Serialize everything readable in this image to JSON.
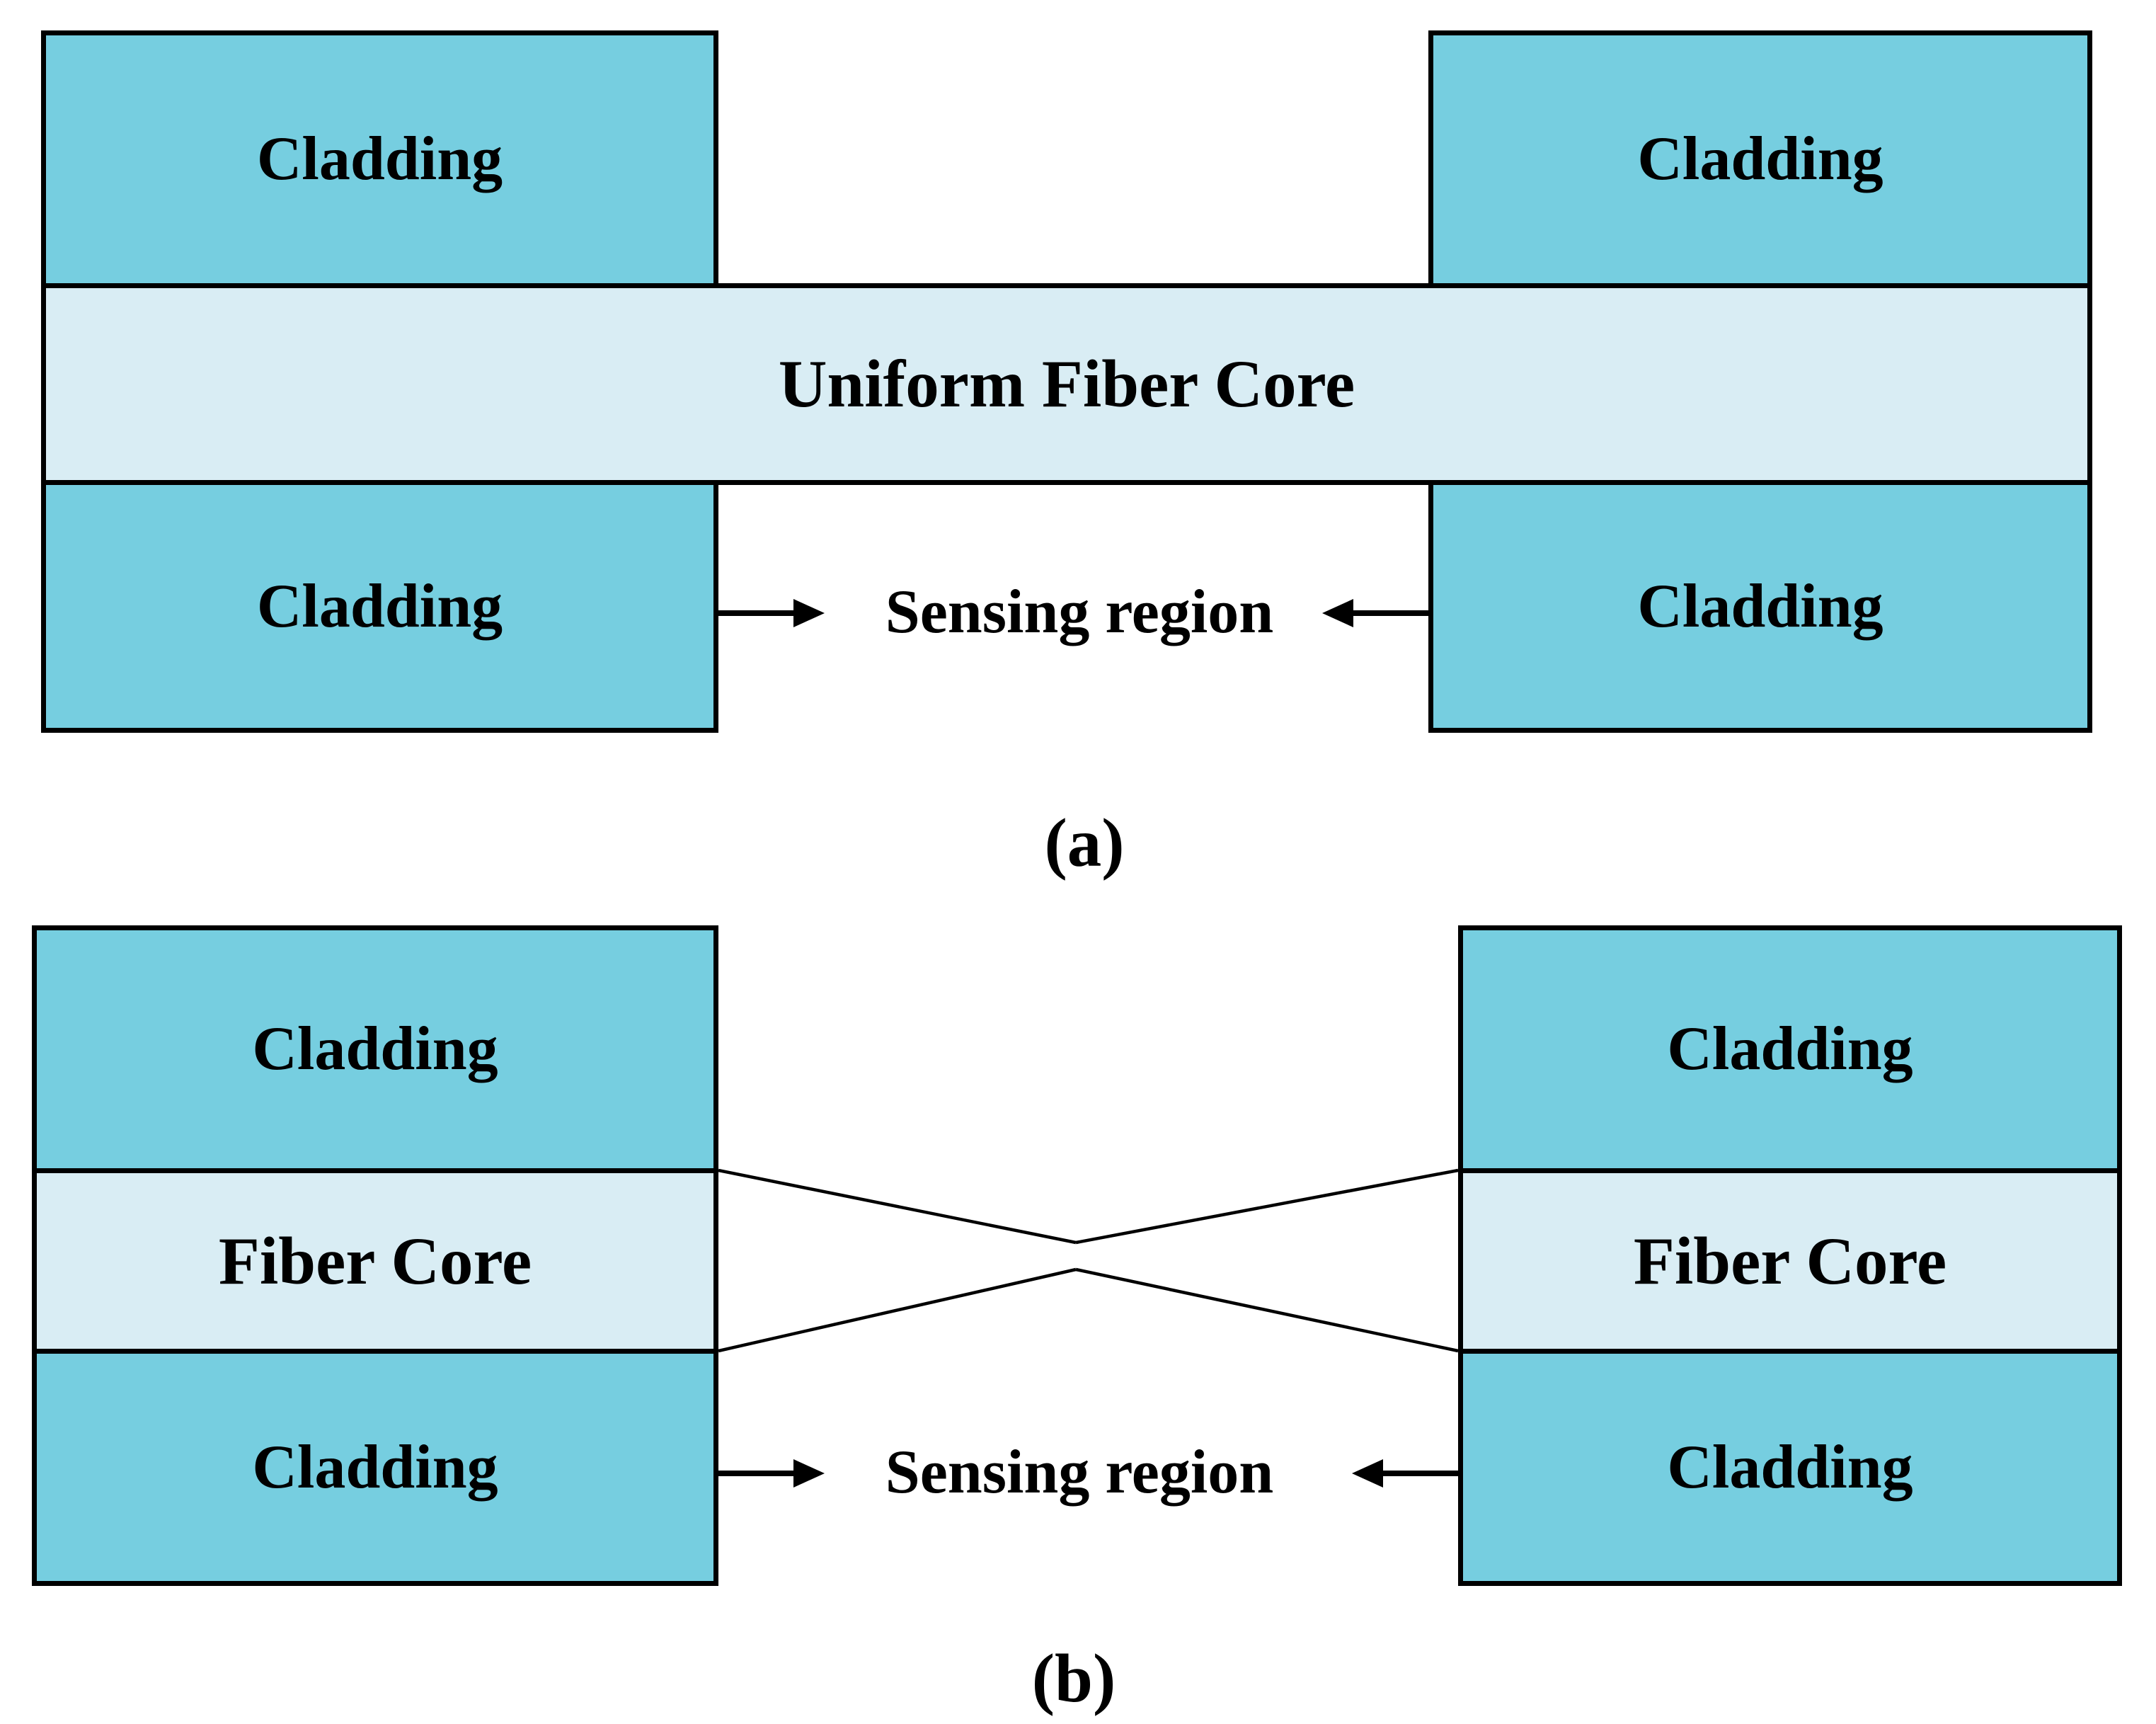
{
  "colors": {
    "cladding": "#76CEE0",
    "core": "#D9EDF4",
    "line": "#000000"
  },
  "diagram_a": {
    "caption": "(a)",
    "cladding_top_left": "Cladding",
    "cladding_top_right": "Cladding",
    "cladding_bottom_left": "Cladding",
    "cladding_bottom_right": "Cladding",
    "core_label": "Uniform Fiber Core",
    "sensing_label": "Sensing region"
  },
  "diagram_b": {
    "caption": "(b)",
    "cladding_top_left": "Cladding",
    "cladding_top_right": "Cladding",
    "cladding_bottom_left": "Cladding",
    "cladding_bottom_right": "Cladding",
    "core_left_label": "Fiber Core",
    "core_right_label": "Fiber Core",
    "sensing_label": "Sensing region"
  }
}
